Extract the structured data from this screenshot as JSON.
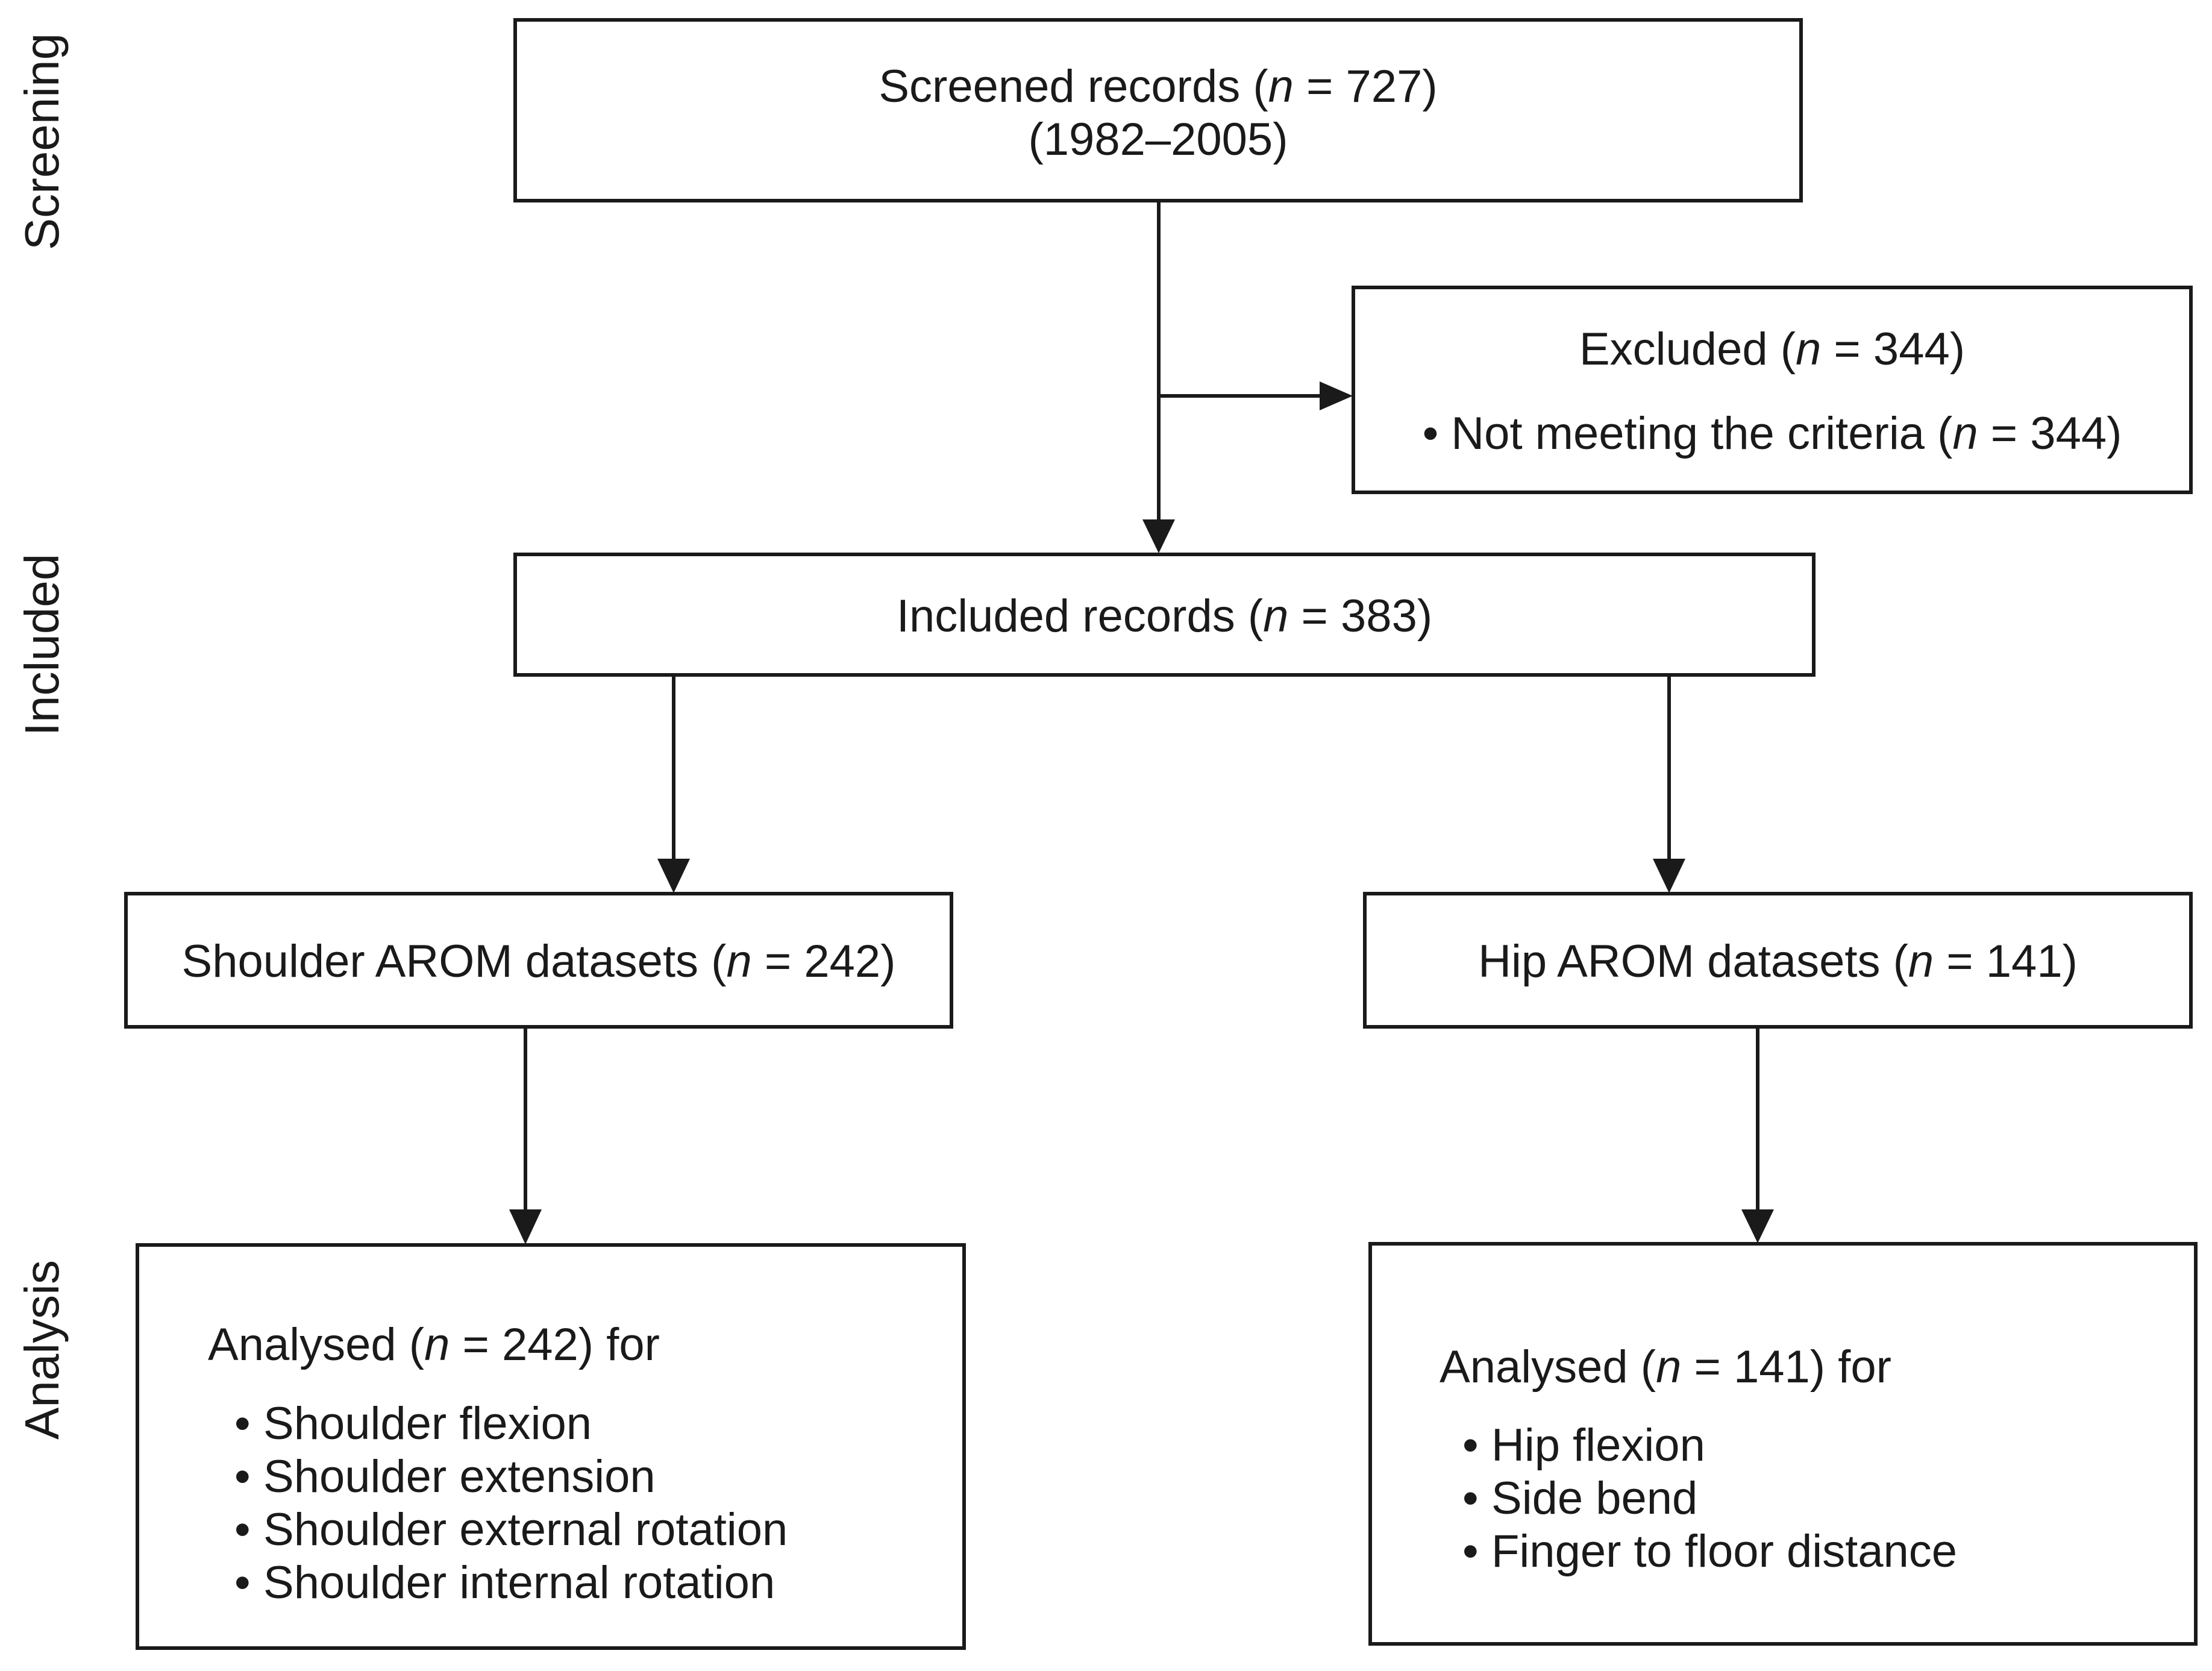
{
  "stages": {
    "screening": "Screening",
    "included": "Included",
    "analysis": "Analysis"
  },
  "screened": {
    "prefix": "Screened records (",
    "n_symbol": "n",
    "suffix": " = 727)",
    "period": "(1982–2005)"
  },
  "excluded": {
    "prefix": "Excluded (",
    "n_symbol": "n",
    "suffix": " = 344)",
    "reason_prefix": "Not meeting the criteria (",
    "reason_n_symbol": "n",
    "reason_suffix": " = 344)"
  },
  "included": {
    "prefix": "Included records (",
    "n_symbol": "n",
    "suffix": " = 383)"
  },
  "shoulder": {
    "prefix": "Shoulder AROM datasets  (",
    "n_symbol": "n",
    "suffix": " = 242)"
  },
  "hip": {
    "prefix": "Hip AROM datasets (",
    "n_symbol": "n",
    "suffix": " = 141)"
  },
  "shoulder_analysis": {
    "prefix": "Analysed (",
    "n_symbol": "n",
    "suffix": " = 242) for",
    "items": [
      "Shoulder flexion",
      "Shoulder extension",
      "Shoulder external rotation",
      "Shoulder internal rotation"
    ]
  },
  "hip_analysis": {
    "prefix": "Analysed (",
    "n_symbol": "n",
    "suffix": " = 141) for",
    "items": [
      "Hip flexion",
      "Side bend",
      "Finger to floor distance"
    ]
  },
  "bullet": "•"
}
